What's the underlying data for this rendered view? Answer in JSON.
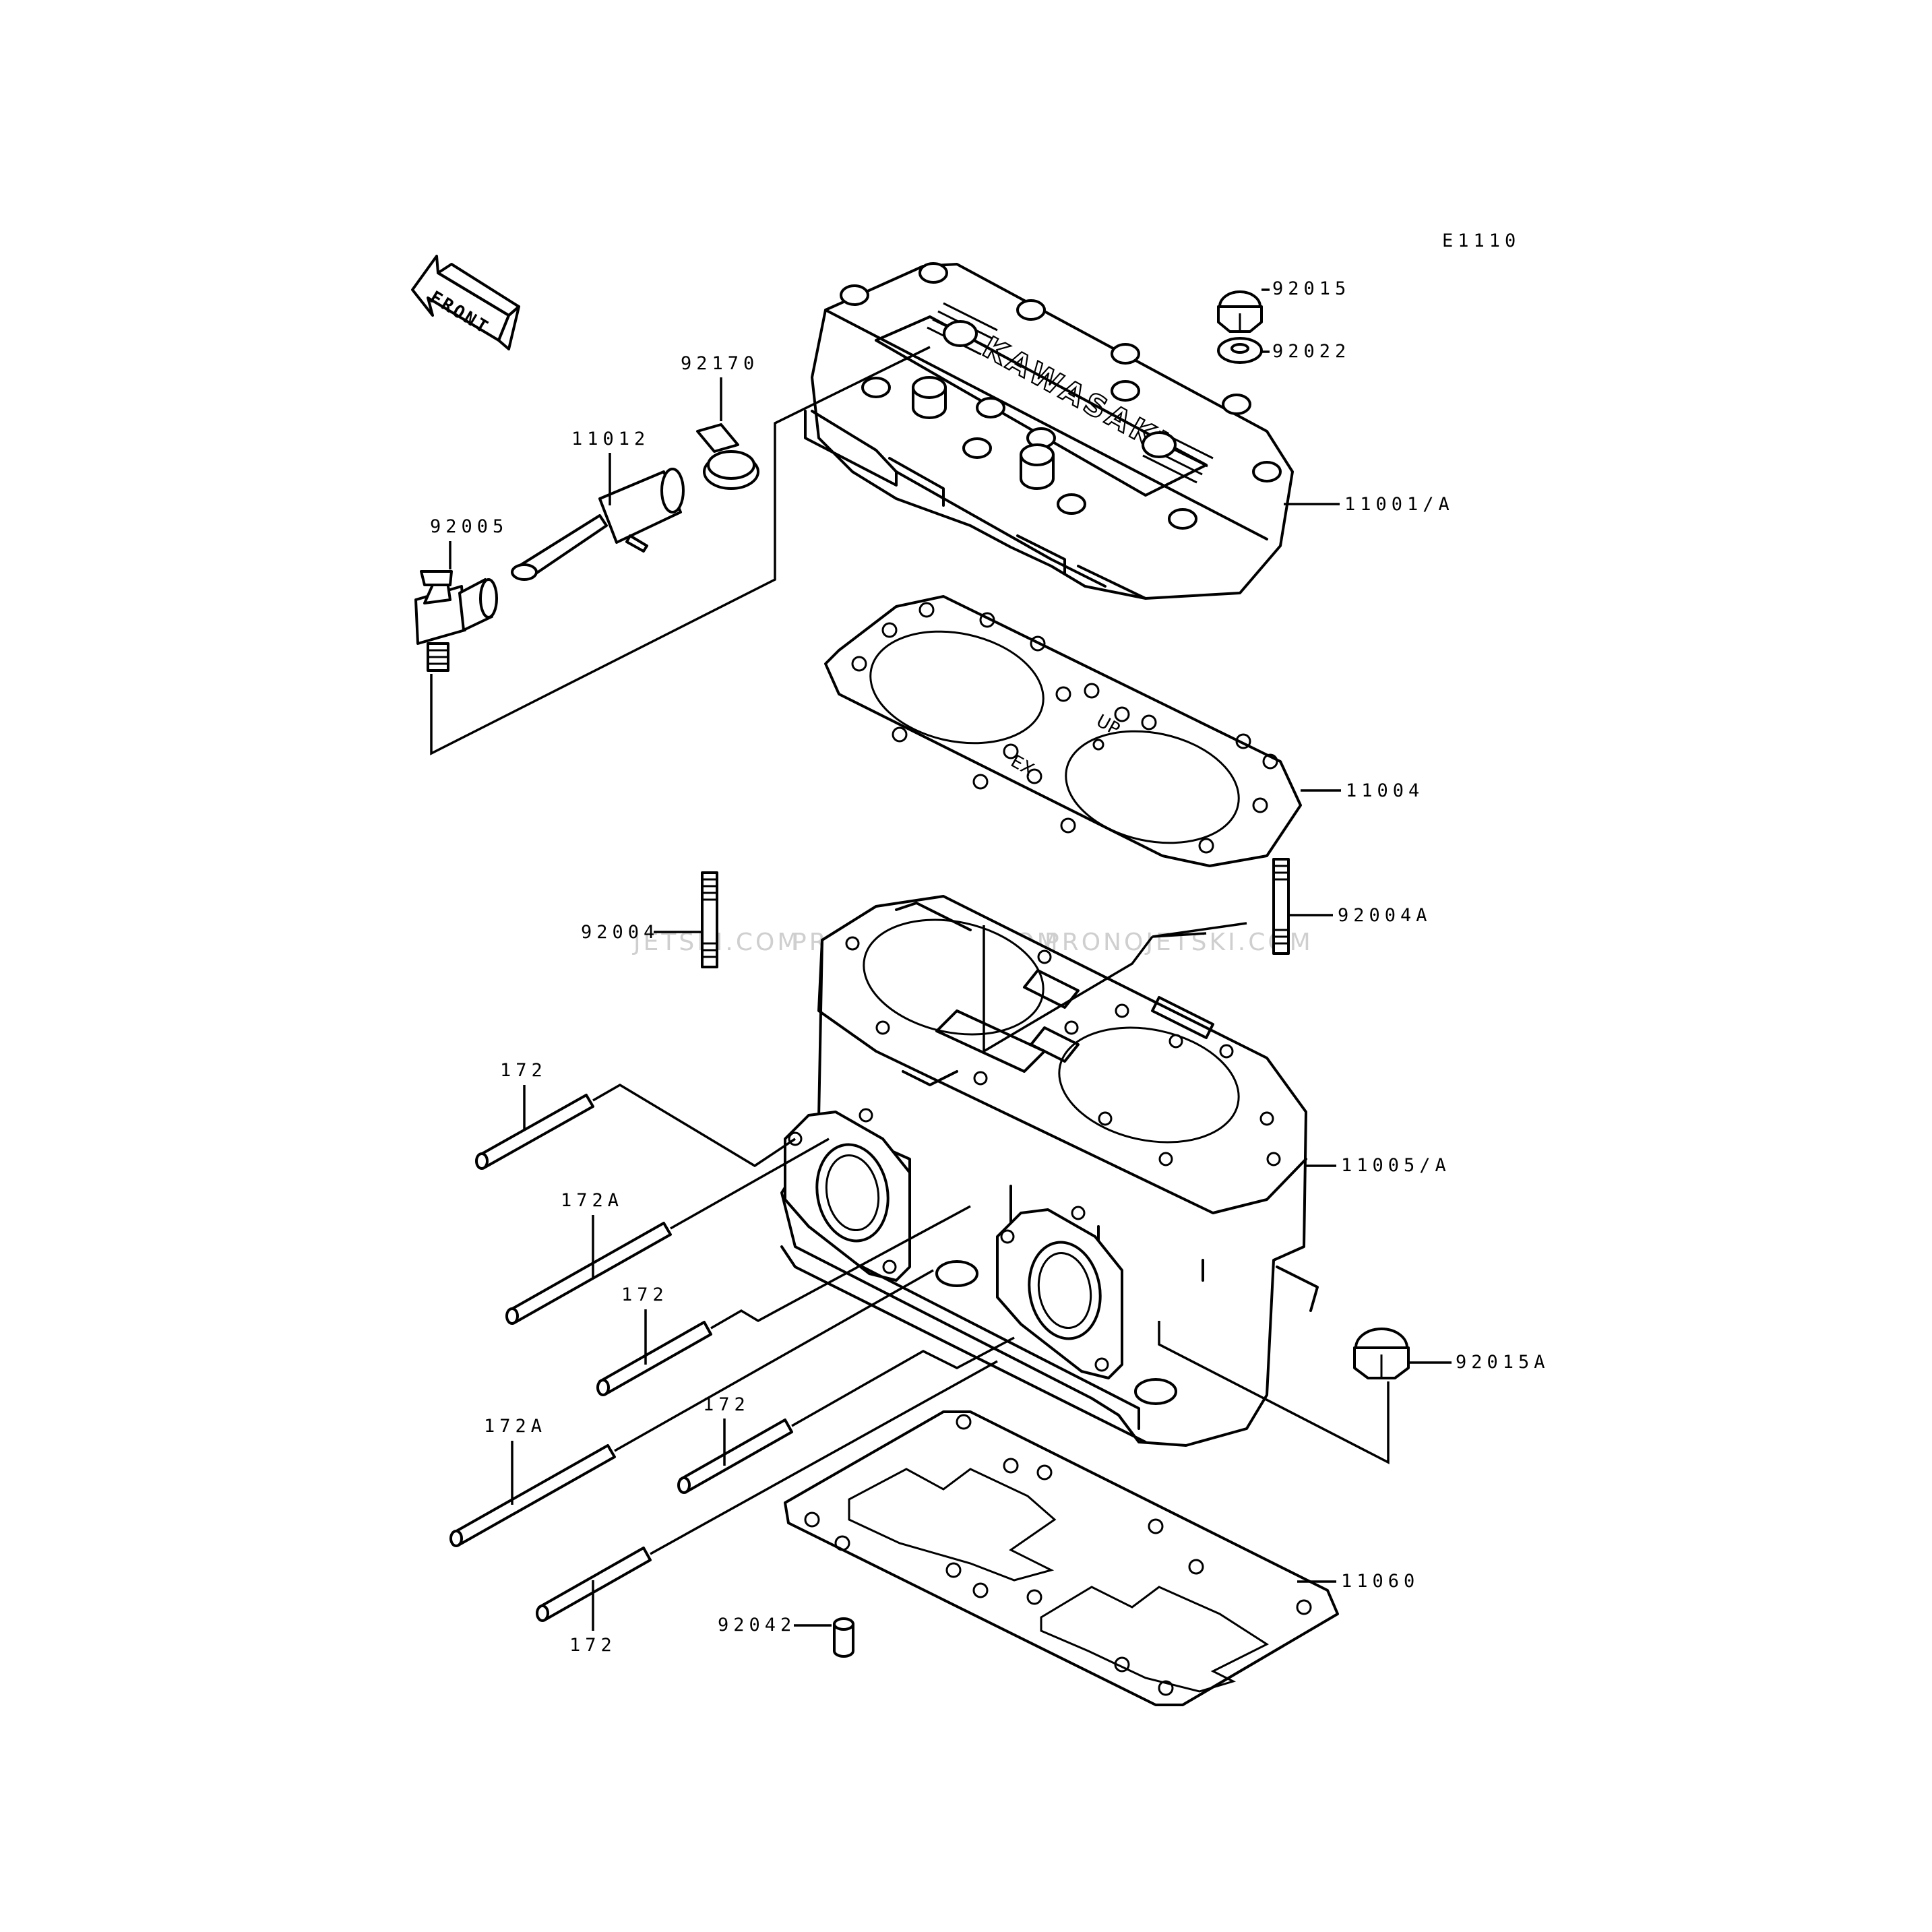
{
  "diagram_code": "E1110",
  "front_label": "FRONT",
  "brand_text": "KAWASAKI",
  "gasket_marks": {
    "up": "UP",
    "ex": "EX"
  },
  "watermark": {
    "text_1": "JETSKI.COM",
    "text_2": "PRONOJETSKI.COM",
    "text_3": "PRONOJETSKI.COM"
  },
  "callouts": {
    "p92015": "92015",
    "p92022": "92022",
    "p92170": "92170",
    "p11012": "11012",
    "p92005": "92005",
    "p11001A": "11001/A",
    "p11004": "11004",
    "p92004": "92004",
    "p92004A": "92004A",
    "p172_1": "172",
    "p172A_1": "172A",
    "p172_2": "172",
    "p11005A": "11005/A",
    "p92015A": "92015A",
    "p172A_2": "172A",
    "p172_3": "172",
    "p11060": "11060",
    "p92042": "92042",
    "p172_4": "172"
  }
}
